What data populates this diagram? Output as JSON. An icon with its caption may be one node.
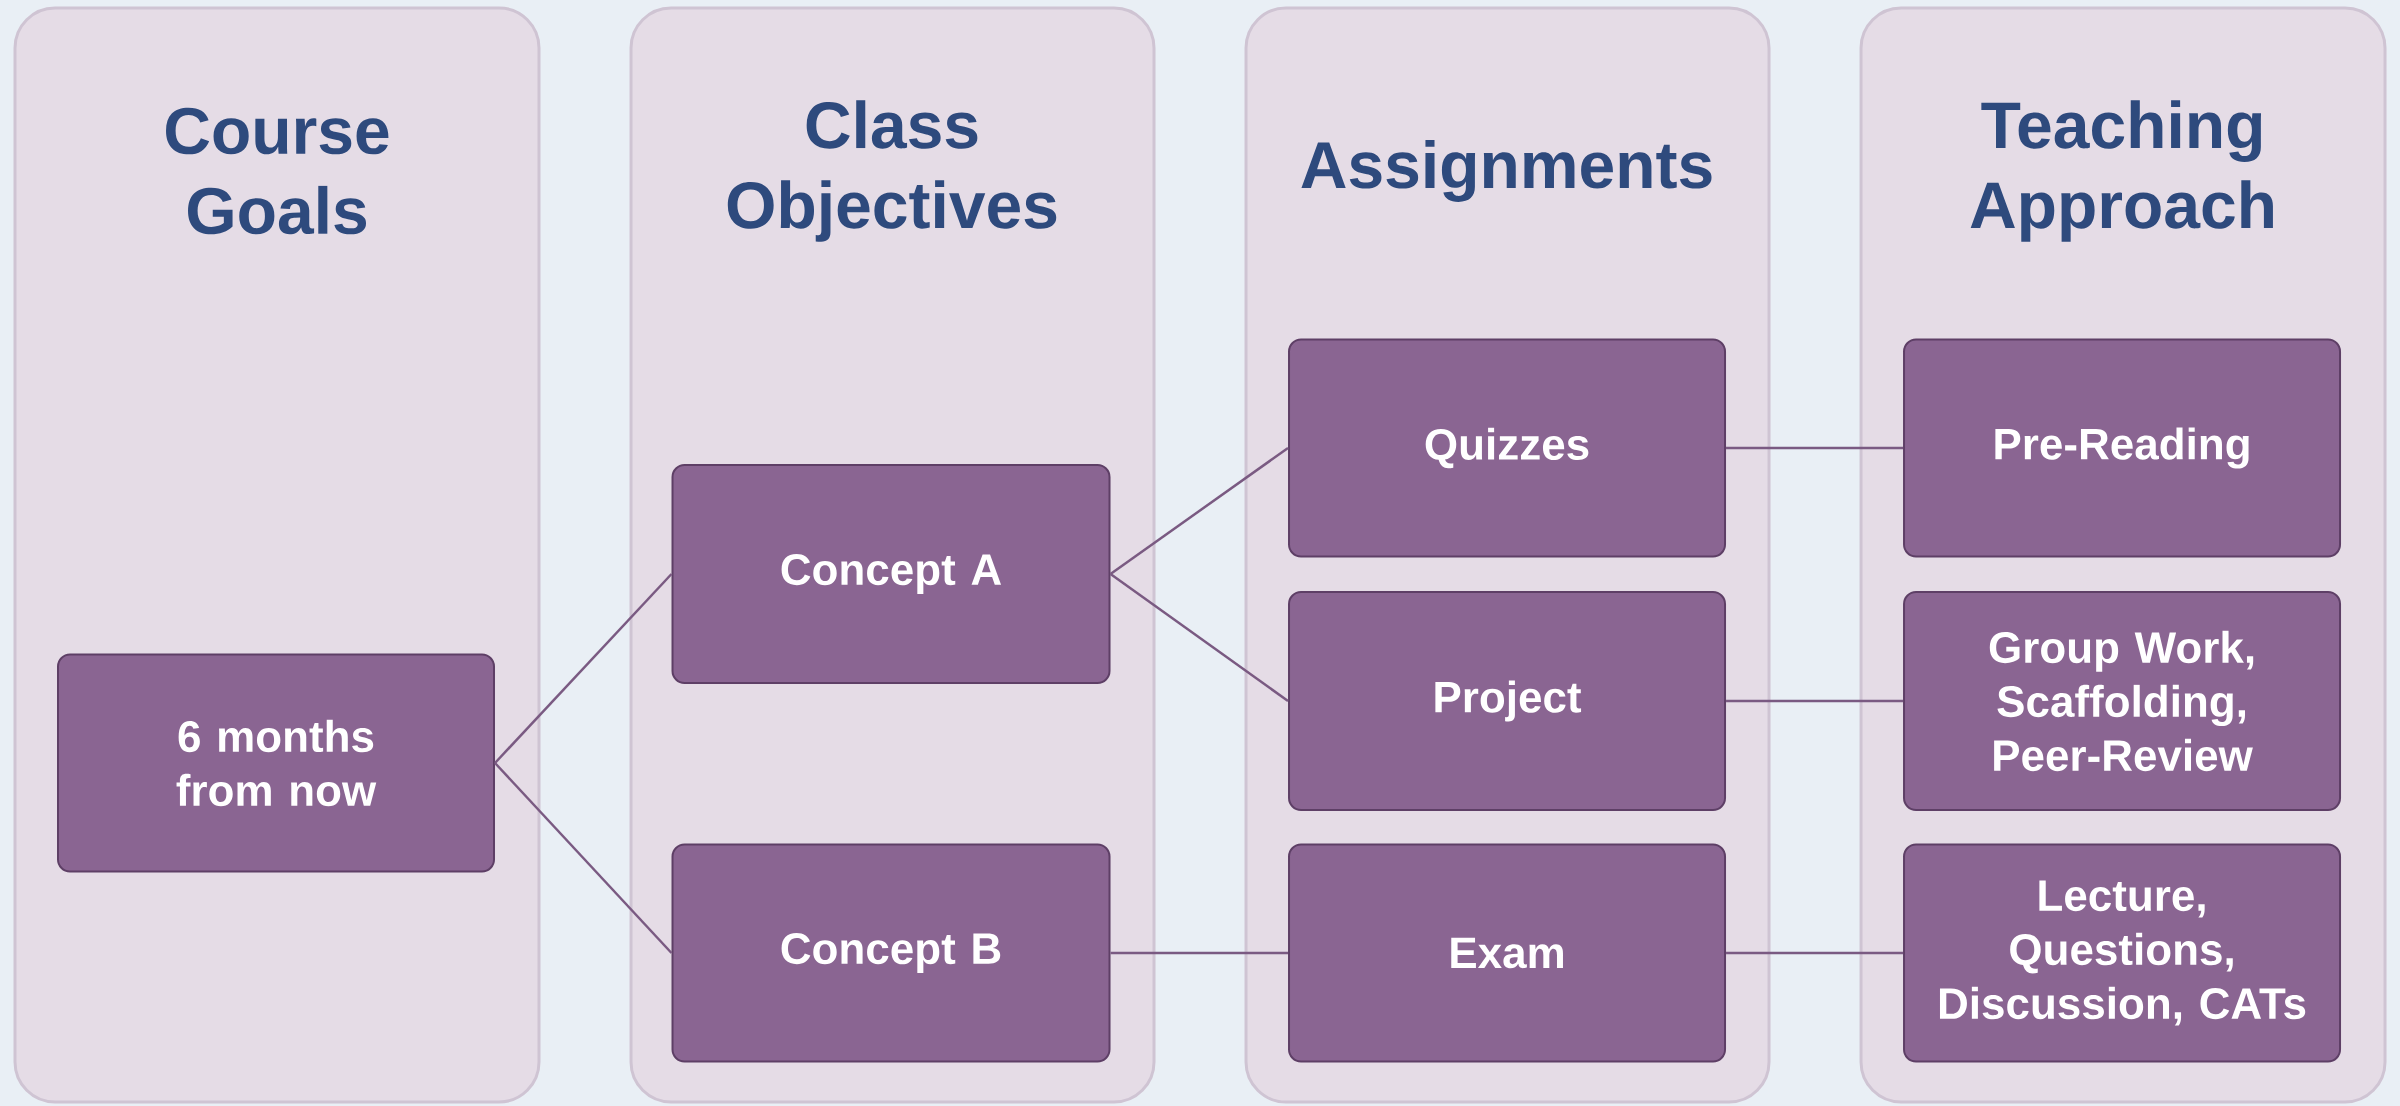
{
  "diagram": {
    "nodes": [
      {
        "text": [
          "Course Goals"
        ]
      },
      {
        "text": [
          "6 months from now"
        ],
        "in": 0
      },
      {
        "text": [
          "Class Objectives"
        ]
      },
      {
        "text": [
          "Concept A"
        ],
        "in": 2
      },
      {
        "text": [
          "Concept B"
        ],
        "in": 2
      },
      {
        "text": [
          "Assignments"
        ]
      },
      {
        "text": [
          "Quizzes"
        ],
        "in": 5
      },
      {
        "text": [
          "Project"
        ],
        "in": 5
      },
      {
        "text": [
          "Exam"
        ],
        "in": 5
      },
      {
        "text": [
          "Teaching Approach"
        ]
      },
      {
        "text": [
          "Pre-Reading"
        ],
        "in": 9
      },
      {
        "text": [
          "Group Work, Scaffolding, Peer-Review"
        ],
        "in": 9
      },
      {
        "text": [
          "Lecture, Questions, Discussion, CATs"
        ],
        "in": 9
      }
    ],
    "edges": [
      {
        "from": 1,
        "to": 3,
        "arrow": "none"
      },
      {
        "from": 1,
        "to": 4,
        "arrow": "none"
      },
      {
        "from": 3,
        "to": 6,
        "arrow": "none"
      },
      {
        "from": 3,
        "to": 7,
        "arrow": "none"
      },
      {
        "from": 4,
        "to": 8,
        "arrow": "none"
      },
      {
        "from": 6,
        "to": 10,
        "arrow": "none"
      },
      {
        "from": 7,
        "to": 11,
        "arrow": "none"
      },
      {
        "from": 8,
        "to": 12,
        "arrow": "none"
      }
    ]
  }
}
